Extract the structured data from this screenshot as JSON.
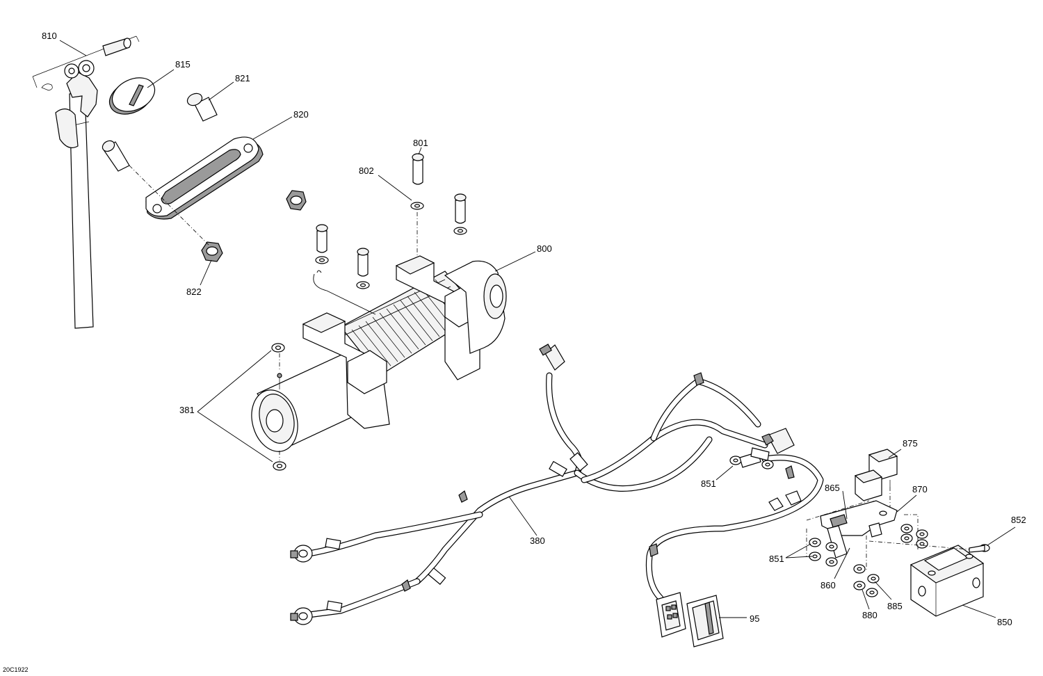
{
  "diagram": {
    "reference_code": "20C1922",
    "callouts": [
      {
        "id": "810",
        "label": "810"
      },
      {
        "id": "815",
        "label": "815"
      },
      {
        "id": "821",
        "label": "821"
      },
      {
        "id": "820",
        "label": "820"
      },
      {
        "id": "822",
        "label": "822"
      },
      {
        "id": "801",
        "label": "801"
      },
      {
        "id": "802",
        "label": "802"
      },
      {
        "id": "800",
        "label": "800"
      },
      {
        "id": "381",
        "label": "381"
      },
      {
        "id": "380",
        "label": "380"
      },
      {
        "id": "851a",
        "label": "851"
      },
      {
        "id": "851b",
        "label": "851"
      },
      {
        "id": "875",
        "label": "875"
      },
      {
        "id": "865",
        "label": "865"
      },
      {
        "id": "870",
        "label": "870"
      },
      {
        "id": "852",
        "label": "852"
      },
      {
        "id": "860",
        "label": "860"
      },
      {
        "id": "885",
        "label": "885"
      },
      {
        "id": "880",
        "label": "880"
      },
      {
        "id": "850",
        "label": "850"
      },
      {
        "id": "95",
        "label": "95"
      }
    ]
  }
}
